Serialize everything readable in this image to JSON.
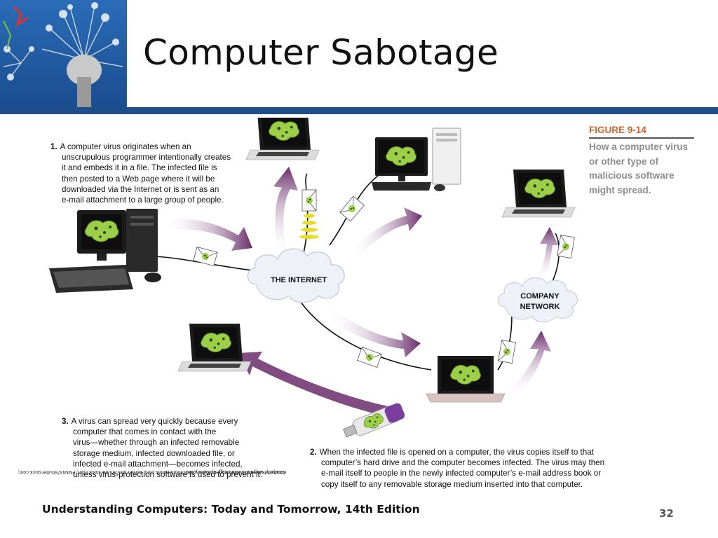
{
  "slide": {
    "title": "Computer Sabotage",
    "footer": "Understanding Computers: Today and Tomorrow, 14th Edition",
    "page_number": "32"
  },
  "figure": {
    "label": "FIGURE 9-14",
    "caption": "How a computer virus or other type of malicious software might spread.",
    "steps": [
      {
        "number": "1.",
        "lines": [
          "A computer virus originates when an",
          "unscrupulous programmer intentionally creates",
          "it and embeds it in a file. The infected file is",
          "then posted to a Web page where it will be",
          "downloaded via the Internet or is sent as an",
          "e-mail attachment to a large group of people."
        ]
      },
      {
        "number": "2.",
        "lines": [
          "When the infected file is opened on a computer, the virus copies itself to that",
          "computer’s hard drive and the computer becomes infected. The virus may then",
          "e-mail itself to people in the newly infected computer’s e-mail address book or",
          "copy itself to any removable storage medium inserted into that computer."
        ]
      },
      {
        "number": "3.",
        "lines": [
          "A virus can spread very quickly because every",
          "computer that comes in contact with the",
          "virus—whether through an infected removable",
          "storage medium, infected downloaded file, or",
          "infected e-mail attachment—becomes infected,",
          "unless virus-protection software is used to prevent it."
        ]
      }
    ],
    "clouds": {
      "internet": "THE INTERNET",
      "company_line1": "COMPANY",
      "company_line2": "NETWORK"
    },
    "credit_line1": "300dpi/Shutterstock.com; Evgeny Karandaev/Shutterstock.com; karam Miri/Shutterstock.com; FMMiX/Shutterstock.com;",
    "credit_line2": "Courtesy Kingston Technology Company, Inc."
  },
  "colors": {
    "accent_bar": "#1f4e8c",
    "arrow_purple": "#6b2d6b",
    "figure_label": "#c8642c",
    "virus_green": "#9ccf48"
  }
}
